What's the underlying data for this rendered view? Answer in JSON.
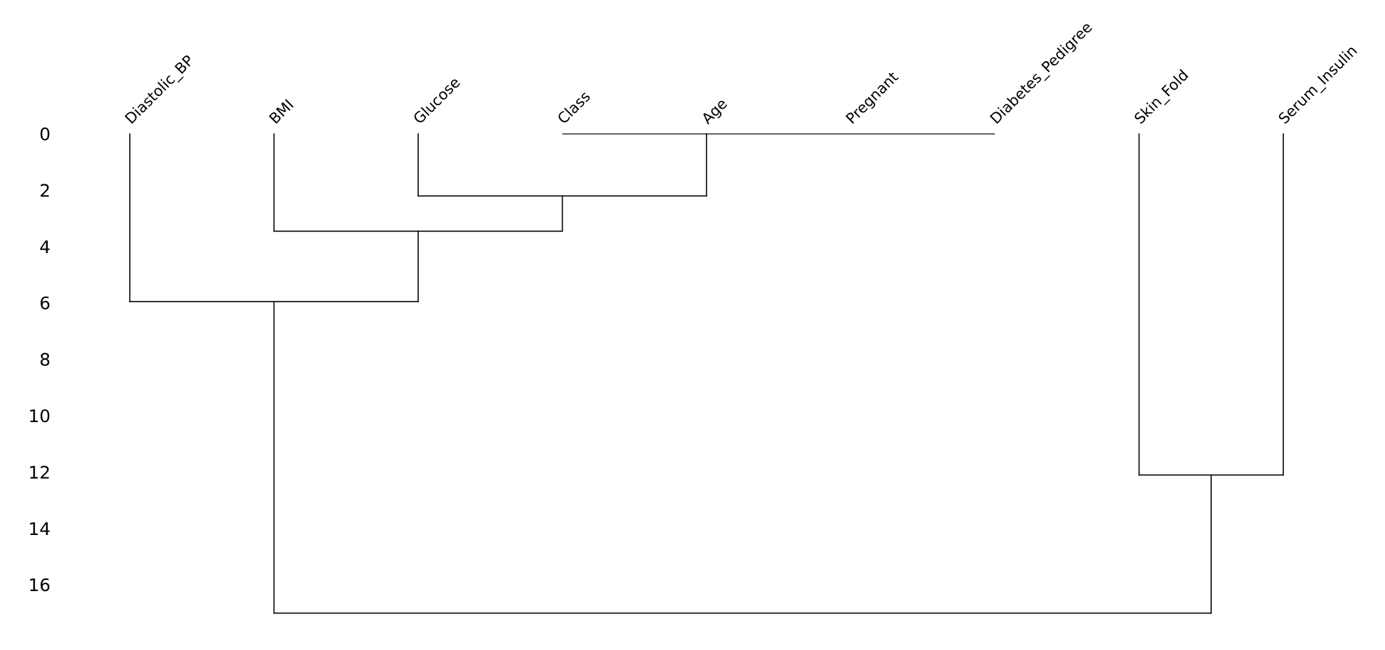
{
  "chart_data": {
    "type": "dendrogram",
    "orientation": "top-down",
    "title": "",
    "xlabel": "",
    "ylabel": "",
    "ylim": [
      0,
      17
    ],
    "y_ticks": [
      0,
      2,
      4,
      6,
      8,
      10,
      12,
      14,
      16
    ],
    "leaves": [
      "Diastolic_BP",
      "BMI",
      "Glucose",
      "Class",
      "Age",
      "Pregnant",
      "Diabetes_Pedigree",
      "Skin_Fold",
      "Serum_Insulin"
    ],
    "zero_height_group": [
      "Class",
      "Age",
      "Pregnant",
      "Diabetes_Pedigree"
    ],
    "merges": [
      {
        "left": "Class+Age+Pregnant+Diabetes_Pedigree",
        "right": "",
        "height": 0
      },
      {
        "left": "Glucose",
        "right": "Class+Age+Pregnant+Diabetes_Pedigree",
        "height": 2.2
      },
      {
        "left": "BMI",
        "right": "Glucose+Class+Age+Pregnant+Diabetes_Pedigree",
        "height": 3.45
      },
      {
        "left": "Diastolic_BP",
        "right": "BMI+Glucose+Class+Age+Pregnant+Diabetes_Pedigree",
        "height": 5.95
      },
      {
        "left": "Skin_Fold",
        "right": "Serum_Insulin",
        "height": 12.1
      },
      {
        "left": "Diastolic_BP+BMI+Glucose+Class+Age+Pregnant+Diabetes_Pedigree",
        "right": "Skin_Fold+Serum_Insulin",
        "height": 17
      }
    ],
    "line_color": "#000000",
    "grid": false,
    "legend": "none"
  }
}
